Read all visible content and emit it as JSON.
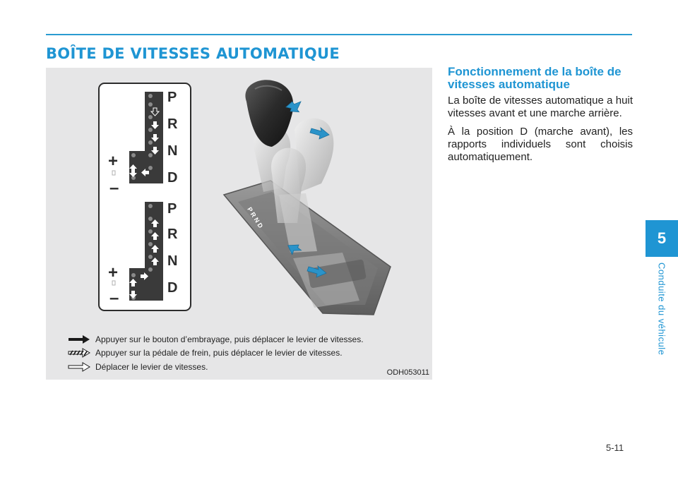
{
  "section_title": "BOÎTE DE VITESSES AUTOMATIQUE",
  "figure": {
    "gear_labels_top": [
      "P",
      "R",
      "N",
      "D"
    ],
    "gear_labels_bottom": [
      "P",
      "R",
      "N",
      "D"
    ],
    "plus_sign": "+",
    "minus_sign": "–",
    "console_letters": "P R N D",
    "legend": [
      {
        "icon": "solid-arrow-icon",
        "text": "Appuyer sur le bouton d’embrayage, puis déplacer le levier de vitesses."
      },
      {
        "icon": "hatched-arrow-icon",
        "text": "Appuyer sur la pédale de frein, puis déplacer le levier de vitesses."
      },
      {
        "icon": "outline-arrow-icon",
        "text": "Déplacer le levier de vitesses."
      }
    ],
    "code": "ODH053011"
  },
  "subheading": "Fonctionnement de la boîte de vitesses automatique",
  "paragraphs": [
    "La boîte de vitesses automatique a huit vitesses avant et une marche arrière.",
    "À la position D (marche avant), les rapports individuels sont choisis automatiquement."
  ],
  "chapter": {
    "number": "5",
    "label": "Conduite du véhicule"
  },
  "page_number": "5-11",
  "colors": {
    "accent": "#1f95d3",
    "figure_bg": "#e6e6e7",
    "panel_dark": "#3a3a3a"
  }
}
